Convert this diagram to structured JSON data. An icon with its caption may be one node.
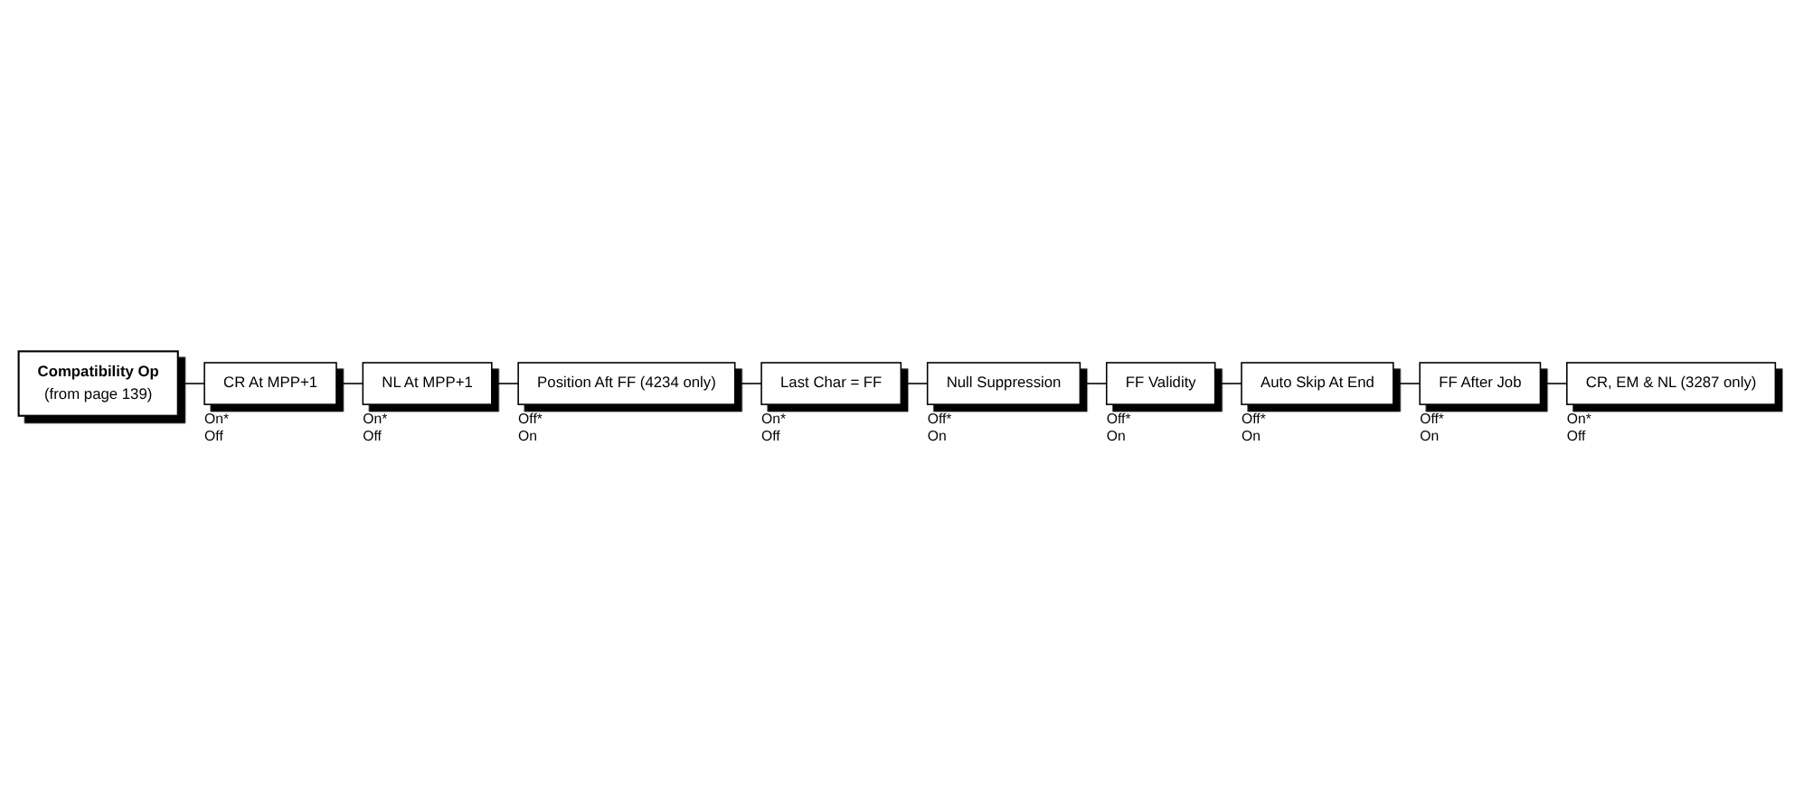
{
  "diagram": {
    "nodes": [
      {
        "text": [
          "Compatibility Op",
          "(from page 139)"
        ]
      },
      {
        "text": [
          "CR At MPP+1"
        ],
        "beside": [
          "On*",
          "Off"
        ]
      },
      {
        "text": [
          "NL At MPP+1"
        ],
        "beside": [
          "On*",
          "Off"
        ]
      },
      {
        "text": [
          "Position Aft FF (4234 only)"
        ],
        "beside": [
          "Off*",
          "On"
        ]
      },
      {
        "text": [
          "Last Char = FF"
        ],
        "beside": [
          "On*",
          "Off"
        ]
      },
      {
        "text": [
          "Null Suppression"
        ],
        "beside": [
          "Off*",
          "On"
        ]
      },
      {
        "text": [
          "FF Validity"
        ],
        "beside": [
          "Off*",
          "On"
        ]
      },
      {
        "text": [
          "Auto Skip At End"
        ],
        "beside": [
          "Off*",
          "On"
        ]
      },
      {
        "text": [
          "FF After Job"
        ],
        "beside": [
          "Off*",
          "On"
        ]
      },
      {
        "text": [
          "CR, EM & NL (3287 only)"
        ],
        "beside": [
          "On*",
          "Off"
        ]
      }
    ],
    "edges": [
      {
        "from": 0,
        "to": 1,
        "arrow": "none"
      },
      {
        "from": 1,
        "to": 2,
        "arrow": "none"
      },
      {
        "from": 2,
        "to": 3,
        "arrow": "none"
      },
      {
        "from": 3,
        "to": 4,
        "arrow": "none"
      },
      {
        "from": 4,
        "to": 5,
        "arrow": "none"
      },
      {
        "from": 5,
        "to": 6,
        "arrow": "none"
      },
      {
        "from": 6,
        "to": 7,
        "arrow": "none"
      },
      {
        "from": 7,
        "to": 8,
        "arrow": "none"
      },
      {
        "from": 8,
        "to": 9,
        "arrow": "none"
      }
    ]
  }
}
